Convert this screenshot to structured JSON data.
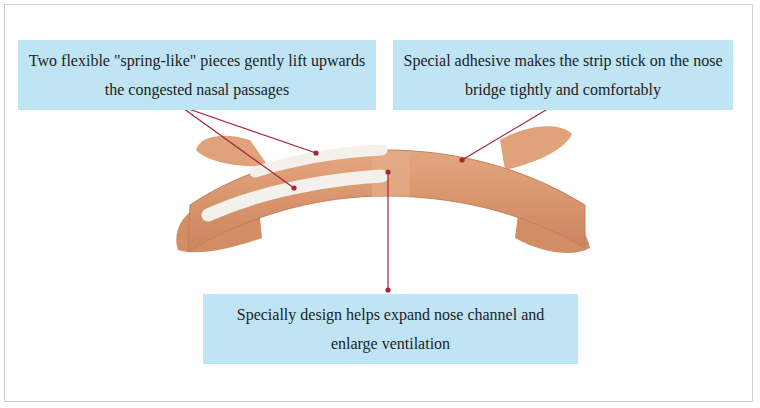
{
  "diagram": {
    "nodes": [
      {
        "text": [
          "Two flexible \"spring-like\" pieces gently lift upwards the congested nasal passages"
        ]
      },
      {
        "text": [
          "Special adhesive makes the strip stick on the nose bridge tightly and comfortably"
        ]
      },
      {
        "text": [
          "Specially design helps expand nose channel and enlarge ventilation"
        ]
      }
    ]
  }
}
